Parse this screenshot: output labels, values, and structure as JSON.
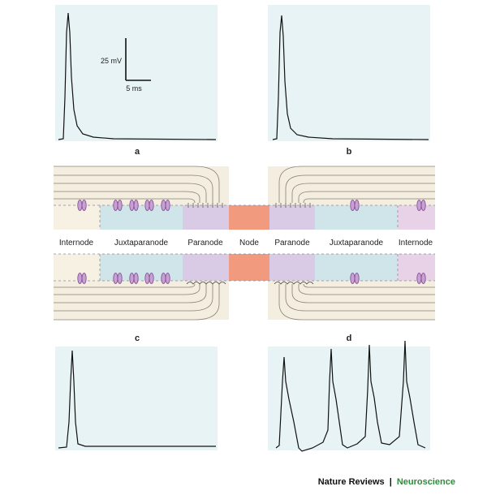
{
  "panels": {
    "a": {
      "label": "a"
    },
    "b": {
      "label": "b"
    },
    "c": {
      "label": "c"
    },
    "d": {
      "label": "d"
    }
  },
  "scale_bar": {
    "voltage": "25 mV",
    "time": "5 ms"
  },
  "regions": {
    "internode_left": "Internode",
    "juxta_left": "Juxtaparanode",
    "paranode_left": "Paranode",
    "node": "Node",
    "paranode_right": "Paranode",
    "juxta_right": "Juxtaparanode",
    "internode_right": "Internode"
  },
  "colors": {
    "panel_bg": "#e8f3f6",
    "myelin": "#f3eedf",
    "juxta": "#cfe5ea",
    "paranode": "#d9cbe5",
    "node": "#f29a7e",
    "internode_right": "#e8d2e8",
    "channel": "#c9a0d4",
    "brand_green": "#2e8b3a"
  },
  "footer": {
    "journal": "Nature Reviews",
    "separator": "|",
    "section": "Neuroscience"
  }
}
